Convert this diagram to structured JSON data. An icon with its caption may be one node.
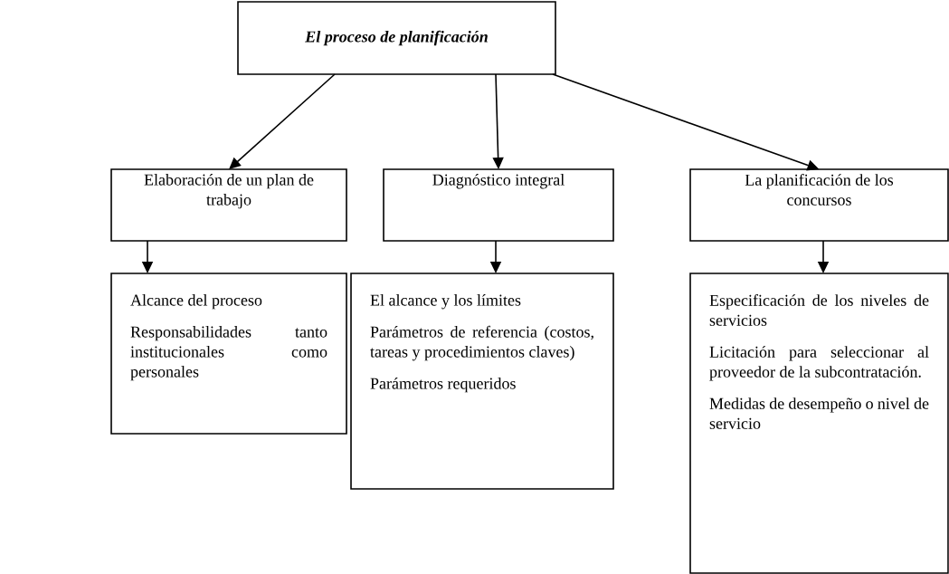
{
  "diagram": {
    "nodes": [
      {
        "text": [
          "El proceso de planificación"
        ]
      },
      {
        "text": [
          "Elaboración de un plan de trabajo"
        ]
      },
      {
        "text": [
          "Diagnóstico integral"
        ]
      },
      {
        "text": [
          "La planificación de los concursos"
        ]
      },
      {
        "text": [
          "Alcance del proceso",
          "Responsabilidades tanto institucionales como personales"
        ]
      },
      {
        "text": [
          "El alcance y los límites",
          "Parámetros de referencia (costos, tareas y procedimientos claves)",
          "Parámetros requeridos"
        ]
      },
      {
        "text": [
          "Especificación de los niveles de servicios",
          "Licitación para seleccionar al proveedor de la subcontratación.",
          "Medidas de desempeño o nivel de servicio"
        ]
      }
    ],
    "edges": [
      {
        "from": 0,
        "to": 1,
        "arrow": "to"
      },
      {
        "from": 0,
        "to": 2,
        "arrow": "to"
      },
      {
        "from": 0,
        "to": 3,
        "arrow": "to"
      },
      {
        "from": 1,
        "to": 4,
        "arrow": "to"
      },
      {
        "from": 2,
        "to": 5,
        "arrow": "to"
      },
      {
        "from": 3,
        "to": 6,
        "arrow": "to"
      }
    ]
  }
}
